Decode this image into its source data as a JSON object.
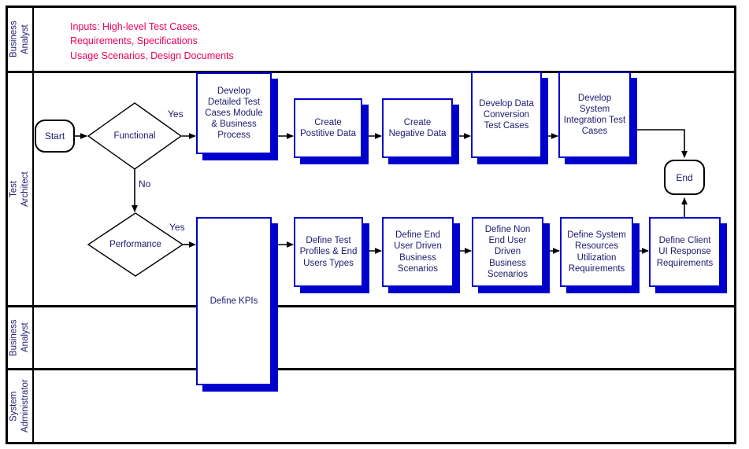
{
  "diagram": {
    "title": "Test Design Swimlane Flowchart",
    "colors": {
      "box_border": "#0000CC",
      "box_shadow": "#0000CC",
      "text": "#1a1a6e",
      "note_text": "#E8005A",
      "frame": "#000000"
    },
    "note": "Inputs: High-level Test Cases,\nRequirements, Specifications\nUsage Scenarios, Design Documents",
    "lanes": [
      {
        "id": "lane-business-analyst-top",
        "label": "Business\nAnalyst"
      },
      {
        "id": "lane-test-architect",
        "label": "Test\nArchitect"
      },
      {
        "id": "lane-business-analyst-bottom",
        "label": "Business\nAnalyst"
      },
      {
        "id": "lane-system-administrator",
        "label": "System\nAdministrator"
      }
    ],
    "terminators": [
      {
        "id": "start",
        "label": "Start"
      },
      {
        "id": "end",
        "label": "End"
      }
    ],
    "decisions": [
      {
        "id": "functional",
        "label": "Functional"
      },
      {
        "id": "performance",
        "label": "Performance"
      }
    ],
    "edge_labels": [
      {
        "id": "functional-yes",
        "label": "Yes"
      },
      {
        "id": "functional-no",
        "label": "No"
      },
      {
        "id": "performance-yes",
        "label": "Yes"
      }
    ],
    "functional_branch": [
      {
        "id": "develop-detailed-test-cases",
        "label": "Develop\nDetailed Test\nCases Module\n& Business\nProcess"
      },
      {
        "id": "create-positive-data",
        "label": "Create\nPostitive Data"
      },
      {
        "id": "create-negative-data",
        "label": "Create\nNegative Data"
      },
      {
        "id": "develop-data-conversion-test-cases",
        "label": "Develop Data\nConversion\nTest Cases"
      },
      {
        "id": "develop-system-integration-test-cases",
        "label": "Develop\nSystem\nIntegration Test\nCases"
      }
    ],
    "performance_branch": [
      {
        "id": "define-kpis",
        "label": "Define KPIs"
      },
      {
        "id": "define-test-profiles",
        "label": "Define Test\nProfiles & End\nUsers Types"
      },
      {
        "id": "define-end-user-driven-business-scenarios",
        "label": "Define End\nUser Driven\nBusiness\nScenarios"
      },
      {
        "id": "define-non-end-user-driven-business-scenarios",
        "label": "Define Non\nEnd User\nDriven\nBusiness\nScenarios"
      },
      {
        "id": "define-system-resources-utilization-requirements",
        "label": "Define System\nResources\nUtilization\nRequirements"
      },
      {
        "id": "define-client-ui-response-requirements",
        "label": "Define Client\nUI Response\nRequirements"
      }
    ]
  }
}
